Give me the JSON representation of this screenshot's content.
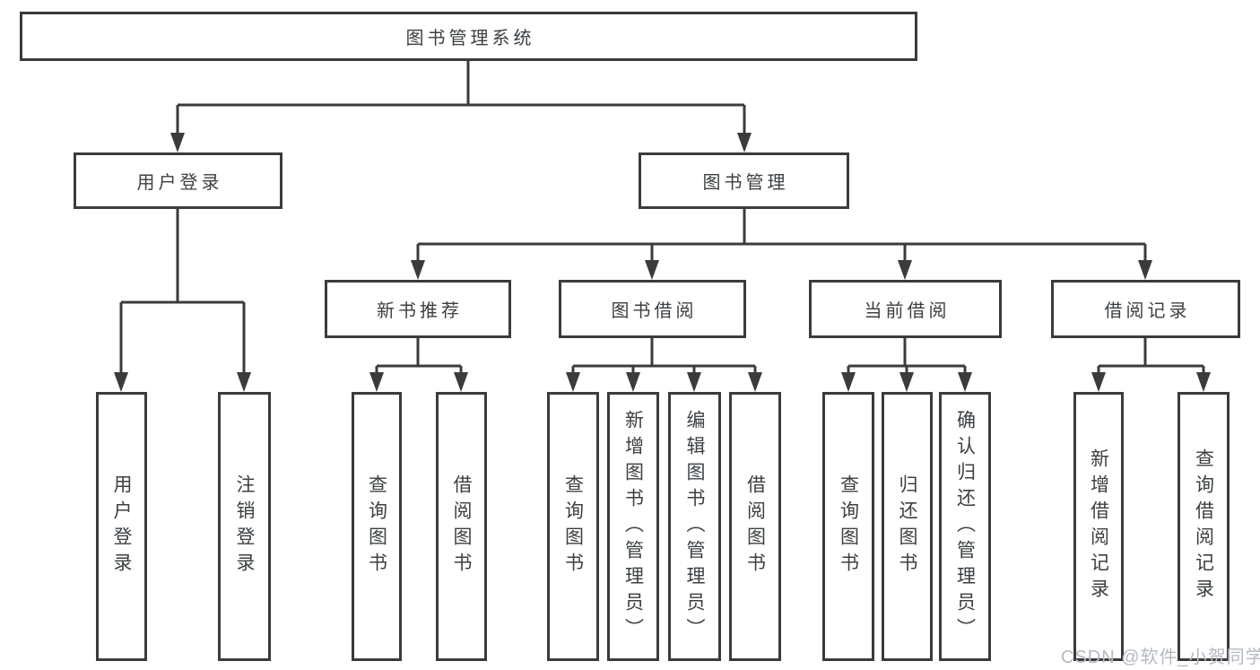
{
  "diagram": {
    "root": {
      "label": "图书管理系统"
    },
    "level2": [
      {
        "label": "用户登录"
      },
      {
        "label": "图书管理"
      }
    ],
    "level3": [
      {
        "label": "新书推荐"
      },
      {
        "label": "图书借阅"
      },
      {
        "label": "当前借阅"
      },
      {
        "label": "借阅记录"
      }
    ],
    "leaves": {
      "user_login": [
        "用户登录",
        "注销登录"
      ],
      "new_book_recommend": [
        "查询图书",
        "借阅图书"
      ],
      "book_borrow": [
        "查询图书",
        "新增图书（管理员）",
        "编辑图书（管理员）",
        "借阅图书"
      ],
      "current_borrow": [
        "查询图书",
        "归还图书",
        "确认归还（管理员）"
      ],
      "borrow_records": [
        "新增借阅记录",
        "查询借阅记录"
      ]
    }
  },
  "watermark": {
    "text": "CSDN @软件_小贺同学"
  },
  "colors": {
    "line": "#3b3b3b",
    "box_border": "#3b3b3b",
    "text": "#3c4043",
    "watermark": "#b5bac1",
    "background": "#ffffff"
  }
}
